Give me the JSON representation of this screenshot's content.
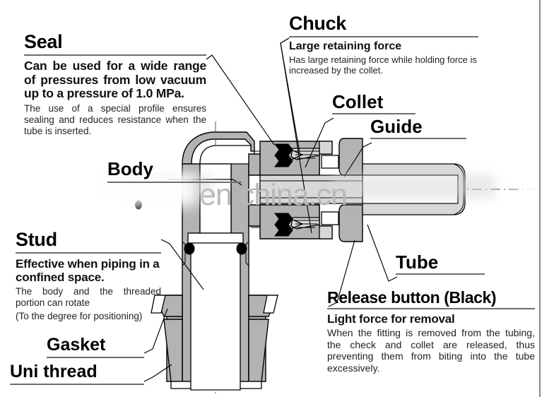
{
  "document": {
    "title": "Pneumatic push-in fitting cross-section diagram",
    "watermark": "en.china.cn"
  },
  "colors": {
    "metal_fill": "#b3b3b3",
    "metal_light": "#d9d9d9",
    "seal_black": "#000000",
    "line": "#000000",
    "rule": "#6e6e6e",
    "frame": "#8a8a8a",
    "background": "#ffffff",
    "watermark_gray": "#b9b9b9"
  },
  "callouts": {
    "seal": {
      "title": "Seal",
      "bold": "Can be used for a wide range of pressures from low vacuum up to a pressure of 1.0 MPa.",
      "body": "The use of a special profile ensures sealing and reduces resistance when the tube is inserted."
    },
    "chuck": {
      "title": "Chuck",
      "bold": "Large retaining force",
      "body": "Has large retaining force while holding force is increased by the collet."
    },
    "collet": {
      "title": "Collet"
    },
    "guide": {
      "title": "Guide"
    },
    "body": {
      "title": "Body"
    },
    "stud": {
      "title": "Stud",
      "bold": "Effective when piping in a confined space.",
      "body": "The body and the threaded portion can rotate",
      "body2": "(To the degree for positioning)"
    },
    "gasket": {
      "title": "Gasket"
    },
    "uni_thread": {
      "title": "Uni thread"
    },
    "tube": {
      "title": "Tube"
    },
    "release_button": {
      "title": "Release button (Black)",
      "bold": "Light force for removal",
      "body": "When the fitting is removed from the tubing, the check and collet are released, thus preventing them from biting into the tube excessively."
    }
  }
}
